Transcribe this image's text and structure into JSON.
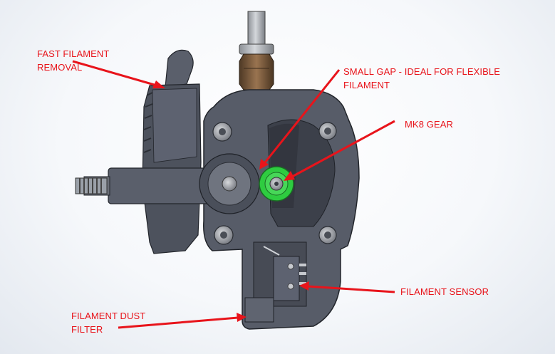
{
  "diagram": {
    "callouts": [
      {
        "id": "fast-filament-removal",
        "lines": [
          "FAST FILAMENT",
          "REMOVAL"
        ]
      },
      {
        "id": "small-gap",
        "lines": [
          "SMALL GAP - IDEAL FOR FLEXIBLE",
          "FILAMENT"
        ]
      },
      {
        "id": "mk8-gear",
        "lines": [
          "MK8 GEAR"
        ]
      },
      {
        "id": "filament-sensor",
        "lines": [
          "FILAMENT SENSOR"
        ]
      },
      {
        "id": "filament-dust-filter",
        "lines": [
          "FILAMENT DUST",
          "FILTER"
        ]
      }
    ],
    "colors": {
      "callout": "#e8141b",
      "body": "#555a66",
      "body_dark": "#3b3f49",
      "gear": "#2ecc40",
      "fitting": "#7a5a3c",
      "tube": "#b9bcc1"
    }
  }
}
